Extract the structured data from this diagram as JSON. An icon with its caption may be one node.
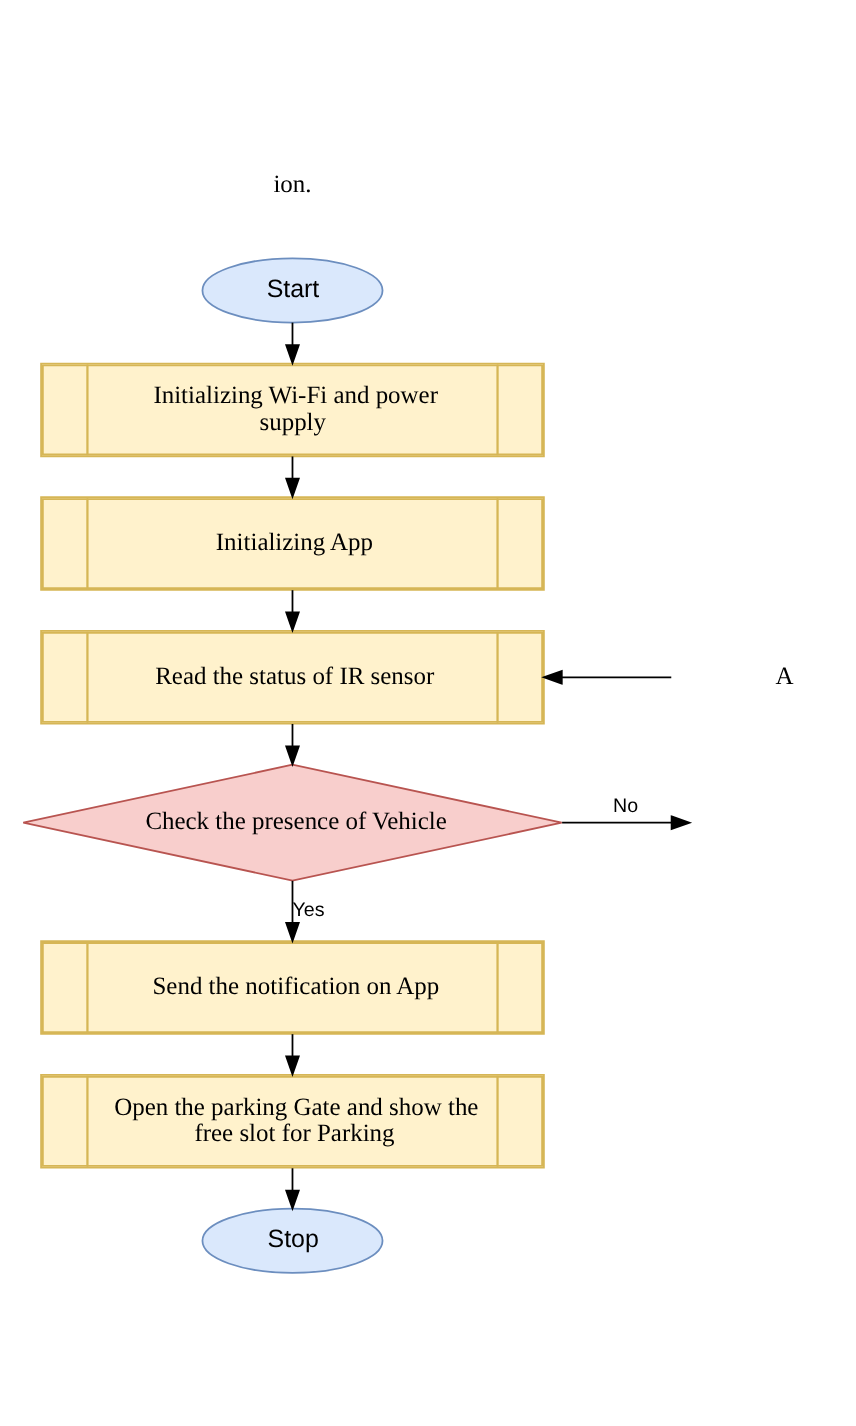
{
  "diagram": {
    "nodes": [
      {
        "text": [
          "Start"
        ]
      },
      {
        "text": [
          "Initializing Wi-Fi and power supply"
        ]
      },
      {
        "text": [
          "Initializing App"
        ]
      },
      {
        "text": [
          "Read the status of IR sensor"
        ]
      },
      {
        "text": [
          "Check the presence of Vehicle"
        ]
      },
      {
        "text": [
          "Send the notification on App"
        ]
      },
      {
        "text": [
          "Open the parking Gate and show the free slot for Parking"
        ]
      },
      {
        "text": [
          "Stop"
        ]
      }
    ],
    "edges": [
      {
        "from": 0,
        "to": 1,
        "arrow": "to"
      },
      {
        "from": 1,
        "to": 2,
        "arrow": "to"
      },
      {
        "from": 2,
        "to": 3,
        "arrow": "to"
      },
      {
        "from": null,
        "to": 3,
        "arrow": "to"
      },
      {
        "from": 3,
        "to": 4,
        "arrow": "to"
      },
      {
        "from": 4,
        "to": null,
        "arrow": "to",
        "label": "No"
      },
      {
        "from": 4,
        "to": 5,
        "arrow": "to",
        "label": "Yes"
      },
      {
        "from": 5,
        "to": 6,
        "arrow": "to"
      },
      {
        "from": 6,
        "to": 7,
        "arrow": "to"
      }
    ],
    "labels": [
      "ion.",
      "A"
    ]
  }
}
